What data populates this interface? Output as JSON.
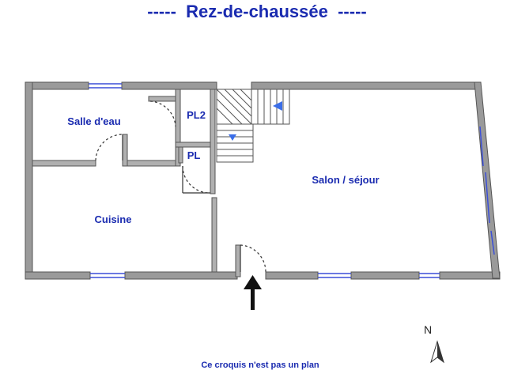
{
  "title": "-----  Rez-de-chaussée  -----",
  "rooms": {
    "salle_eau": "Salle d'eau",
    "pl2": "PL2",
    "pl": "PL",
    "cuisine": "Cuisine",
    "salon": "Salon / séjour"
  },
  "compass": {
    "label": "N"
  },
  "footer": "Ce croquis n'est pas un plan",
  "colors": {
    "text": "#1a2bb0",
    "wall": "#6e6e6e",
    "window": "#3b4fd8"
  }
}
